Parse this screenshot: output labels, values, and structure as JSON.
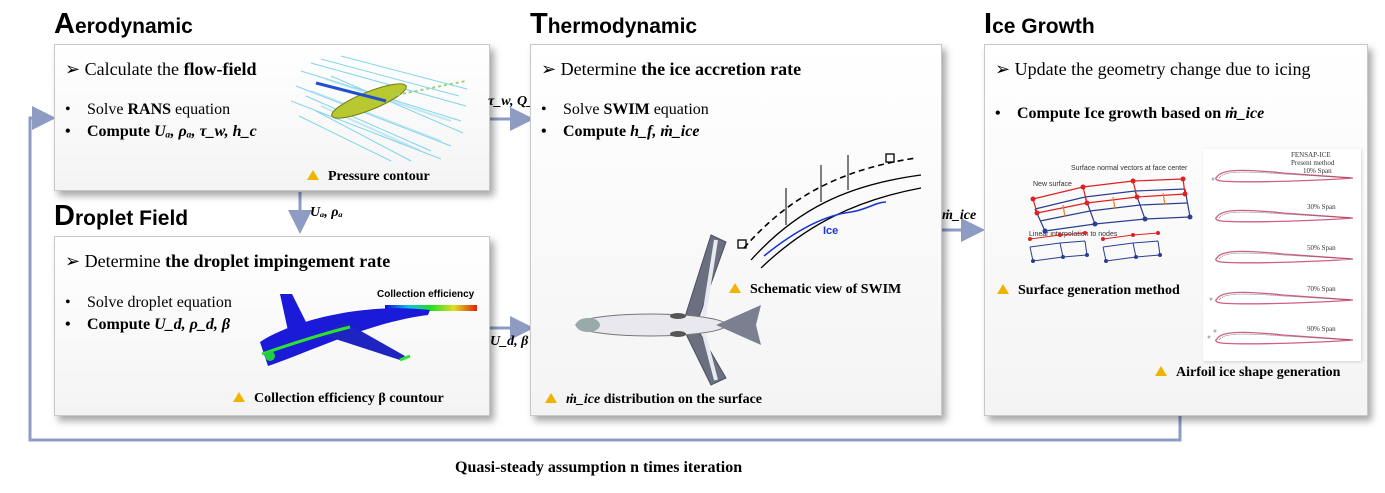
{
  "aero": {
    "title_cap": "A",
    "title_rest": "erodynamic",
    "headline_pre": "Calculate the ",
    "headline_bold": "flow-field",
    "b1_pre": "Solve ",
    "b1_bold": "RANS",
    "b1_post": " equation",
    "b2_pre": "Compute ",
    "b2_math": "Uₐ, ρₐ, τ_w, h_c",
    "caption": "Pressure contour"
  },
  "droplet": {
    "title_cap": "D",
    "title_rest": "roplet Field",
    "headline_pre": "Determine ",
    "headline_bold": "the droplet impingement rate",
    "b1": "Solve droplet equation",
    "b2_pre": "Compute ",
    "b2_math": "U_d, ρ_d, β",
    "legend": "Collection efficiency",
    "caption": "Collection efficiency β countour"
  },
  "thermo": {
    "title_cap": "T",
    "title_rest": "hermodynamic",
    "headline_pre": "Determine ",
    "headline_bold": "the ice accretion rate",
    "b1_pre": "Solve ",
    "b1_bold": "SWIM",
    "b1_post": " equation",
    "b2_pre": "Compute ",
    "b2_math": "h_f, ṁ_ice",
    "schematic_caption": "Schematic view of SWIM",
    "caption_math": "ṁ_ice",
    "caption_post": " distribution on the surface",
    "ice_label": "Ice"
  },
  "ice": {
    "title_cap": "I",
    "title_rest": "ce Growth",
    "headline": "Update the geometry change due to icing",
    "b1_pre": "Compute Ice growth based on ",
    "b1_math": "ṁ_ice",
    "surface_caption": "Surface generation method",
    "airfoil_caption": "Airfoil ice shape generation",
    "mesh_label1": "Surface normal vectors at face center",
    "mesh_label2": "New surface",
    "mesh_label3": "Linear interpolation to nodes",
    "legend1": "FENSAP-ICE",
    "legend2": "Present method",
    "spans": [
      "10% Span",
      "30% Span",
      "50% Span",
      "70% Span",
      "90% Span"
    ]
  },
  "arrows": {
    "aero_to_thermo": "τ_w, Q_c",
    "aero_to_droplet": "Uₐ, ρₐ",
    "droplet_to_thermo": "U_d, β",
    "thermo_to_ice": "ṁ_ice"
  },
  "footer": "Quasi-steady assumption n times iteration",
  "colors": {
    "arrow": "#8e9cc4",
    "triangle": "#f0b400",
    "ice_line": "#1a35d6",
    "mesh_red": "#e02020",
    "mesh_blue": "#2a3f8f"
  }
}
